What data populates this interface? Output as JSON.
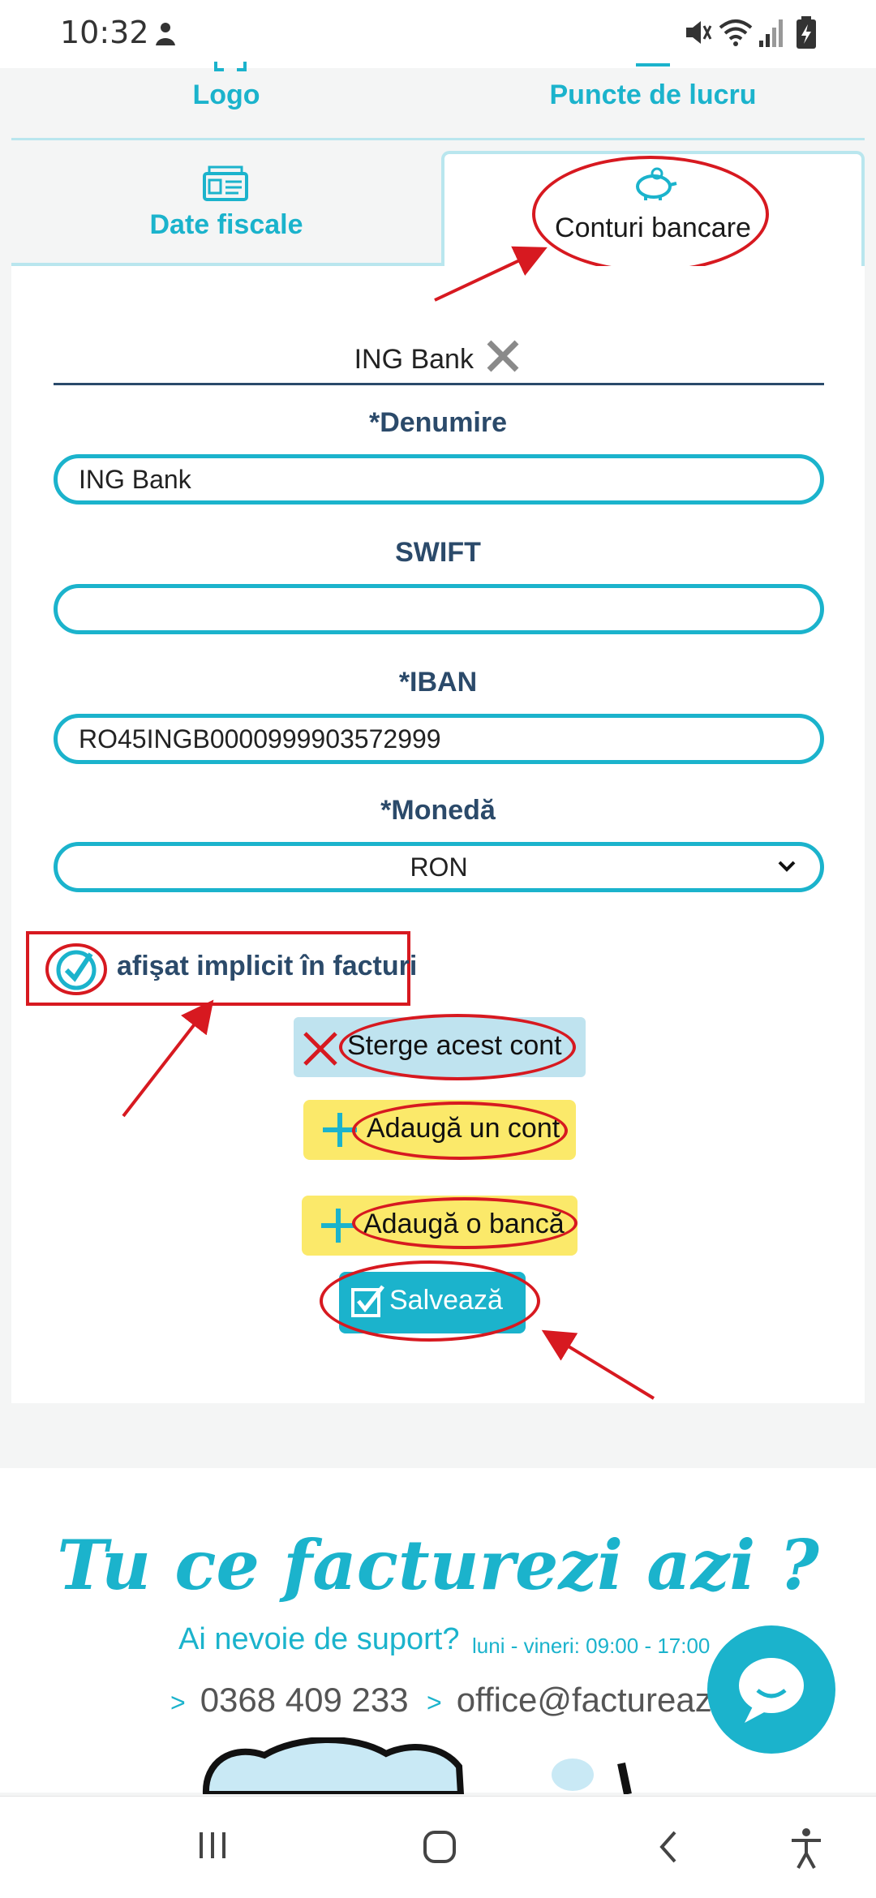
{
  "status_bar": {
    "time": "10:32",
    "icons": [
      "notification-icon",
      "vibrate-mute-icon",
      "wifi-icon",
      "signal-icon",
      "battery-charging-icon"
    ]
  },
  "tabs_top": [
    {
      "label": "Logo"
    },
    {
      "label": "Puncte de lucru"
    }
  ],
  "tabs": [
    {
      "label": "Date fiscale",
      "icon": "id-card-icon",
      "active": false
    },
    {
      "label": "Conturi bancare",
      "icon": "piggy-bank-icon",
      "active": true
    }
  ],
  "account": {
    "title": "ING Bank",
    "fields": {
      "denumire": {
        "label": "*Denumire",
        "value": "ING Bank"
      },
      "swift": {
        "label": "SWIFT",
        "value": ""
      },
      "iban": {
        "label": "*IBAN",
        "value": "RO45INGB0000999903572999"
      },
      "moneda": {
        "label": "*Monedă",
        "value": "RON"
      }
    },
    "default_checkbox": {
      "label": "afişat implicit în facturi",
      "checked": true
    }
  },
  "buttons": {
    "delete": "Sterge acest cont",
    "add_account": "Adaugă un cont",
    "add_bank": "Adaugă o bancă",
    "save": "Salvează"
  },
  "footer": {
    "slogan": "Tu ce facturezi azi ?",
    "support": "Ai nevoie de suport?",
    "hours": "luni - vineri: 09:00 - 17:00",
    "phone": "0368 409 233",
    "email": "office@factureaza.ro",
    "arrow": ">"
  },
  "colors": {
    "accent": "#1bb3cc",
    "annotation": "#d71920",
    "label": "#2b4a6a",
    "yellow_button": "#fbe96a",
    "light_blue_button": "#bfe3ef"
  }
}
